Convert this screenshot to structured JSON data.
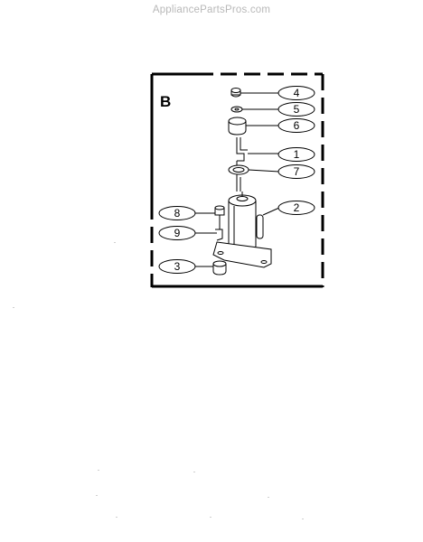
{
  "watermark": "AppliancePartsPros.com",
  "section_label": "B",
  "callouts": [
    {
      "id": "c4",
      "label": "4"
    },
    {
      "id": "c5",
      "label": "5"
    },
    {
      "id": "c6",
      "label": "6"
    },
    {
      "id": "c1",
      "label": "1"
    },
    {
      "id": "c7",
      "label": "7"
    },
    {
      "id": "c2",
      "label": "2"
    },
    {
      "id": "c8",
      "label": "8"
    },
    {
      "id": "c9",
      "label": "9"
    },
    {
      "id": "c3",
      "label": "3"
    }
  ]
}
